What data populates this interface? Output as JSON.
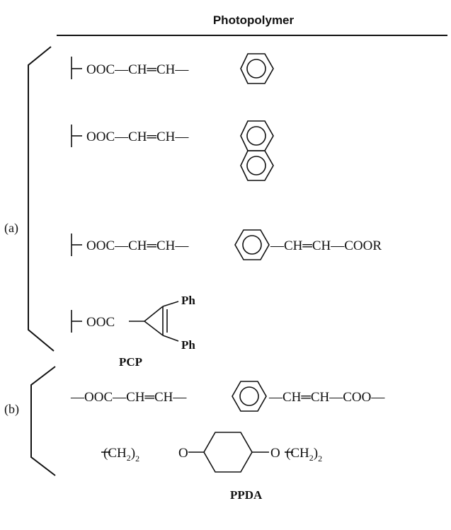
{
  "header": {
    "title": "Photopolymer"
  },
  "groups": {
    "a": {
      "label": "(a)"
    },
    "b": {
      "label": "(b)"
    }
  },
  "structures": {
    "a1": {
      "chain": "OOC—CH═CH—"
    },
    "a2": {
      "chain": "OOC—CH═CH—"
    },
    "a3": {
      "chain": "OOC—CH═CH—",
      "tail": "—CH═CH—COOR"
    },
    "a4": {
      "chain": "OOC",
      "sub_top": "Ph",
      "sub_bottom": "Ph",
      "name": "PCP"
    },
    "b1": {
      "chain": "—OOC—CH═CH—",
      "tail": "—CH═CH—COO—"
    },
    "b2": {
      "left": "(CH",
      "left_sub": "2",
      "left_n": "2",
      "oxy_left": "O",
      "oxy_right": "O",
      "right": "(CH",
      "right_sub": "2",
      "right_n": "2",
      "name": "PPDA"
    }
  }
}
